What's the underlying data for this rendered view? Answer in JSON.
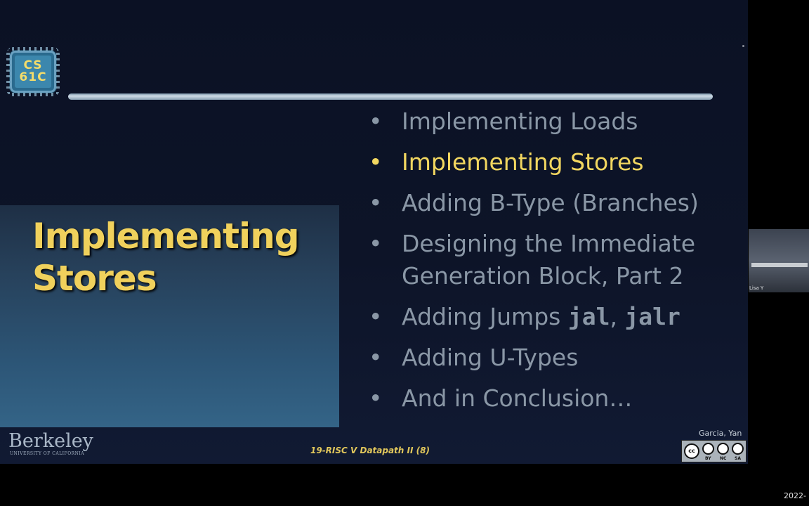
{
  "logo": {
    "line1": "CS",
    "line2": "61C"
  },
  "title": {
    "line1": "Implementing",
    "line2": "Stores"
  },
  "bullets": [
    {
      "text": "Implementing Loads",
      "active": false
    },
    {
      "text": "Implementing Stores",
      "active": true
    },
    {
      "text": "Adding B-Type (Branches)",
      "active": false
    },
    {
      "text": "Designing the Immediate Generation Block, Part 2",
      "active": false
    },
    {
      "prefix": "Adding Jumps ",
      "code1": "jal",
      "sep": ", ",
      "code2": "jalr",
      "active": false
    },
    {
      "text": "Adding U-Types",
      "active": false
    },
    {
      "text": "And in Conclusion…",
      "active": false
    }
  ],
  "bullet_symbol": "•",
  "footer": {
    "berkeley": "Berkeley",
    "berkeley_sub": "UNIVERSITY OF CALIFORNIA",
    "lecture": "19-RISC V Datapath II (8)",
    "authors": "Garcia, Yan",
    "license": {
      "cc": "cc",
      "labels": [
        "BY",
        "NC",
        "SA"
      ]
    }
  },
  "participant_name": "Lisa Y",
  "timestamp": "2022-",
  "colors": {
    "accent": "#f2d760",
    "muted": "#8a97a6",
    "panel": "#2c5576"
  }
}
